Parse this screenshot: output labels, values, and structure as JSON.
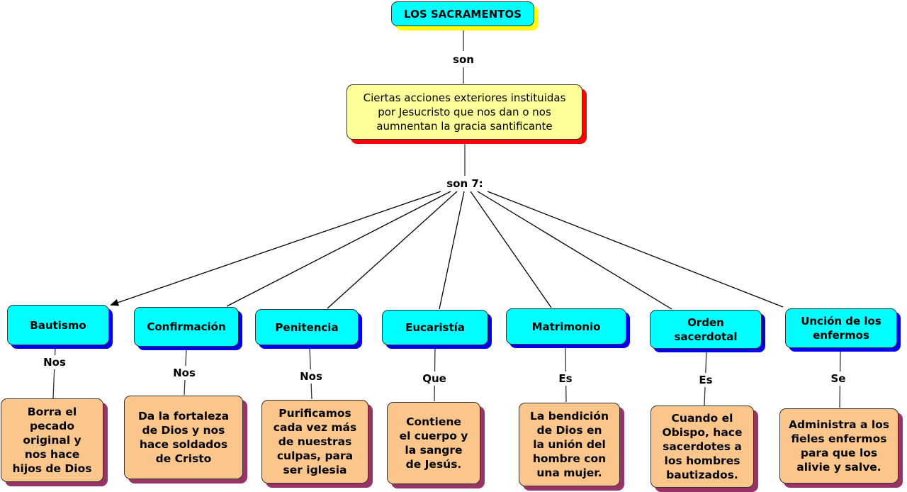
{
  "root": {
    "label": "LOS SACRAMENTOS"
  },
  "link_root_def": "son",
  "definition": {
    "text": "Ciertas acciones exteriores instituidas por Jesucristo que nos dan o nos aumnentan la gracia santificante"
  },
  "link_def_list": "son 7:",
  "colors": {
    "concept": "#00ffff",
    "definition": "#ffff99",
    "description": "#fbc68b",
    "root_shadow": "#ffff00",
    "def_shadow": "#ff0000",
    "concept_shadow": "#0000ee",
    "desc_shadow": "#993366"
  },
  "sacraments": [
    {
      "name": "Bautismo",
      "link": "Nos",
      "description": "Borra el\npecado\noriginal y\nnos hace\nhijos de Dios"
    },
    {
      "name": "Confirmación",
      "link": "Nos",
      "description": "Da la fortaleza\nde Dios y nos\nhace  soldados\nde Cristo"
    },
    {
      "name": "Penitencia",
      "link": "Nos",
      "description": "Purificamos\ncada vez más\nde  nuestras\nculpas, para\nser iglesia"
    },
    {
      "name": "Eucaristía",
      "link": "Que",
      "description": "Contiene\nel cuerpo y\nla sangre\nde Jesús."
    },
    {
      "name": "Matrimonio",
      "link": "Es",
      "description": "La bendición\nde  Dios en\nla unión del\nhombre con\nuna mujer."
    },
    {
      "name": "Orden sacerdotal",
      "link": "Es",
      "description": "Cuando el\nObispo, hace\nsacerdotes a\nlos hombres\nbautizados."
    },
    {
      "name": "Unción de los enfermos",
      "link": "Se",
      "description": "Administra a los\nfieles enfermos\npara que los\nalivie y  salve."
    }
  ]
}
